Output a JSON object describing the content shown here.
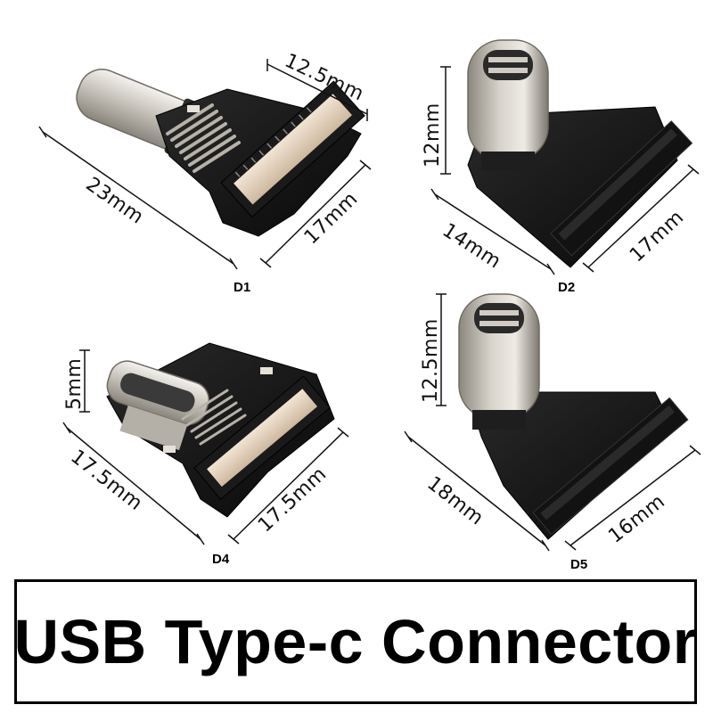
{
  "banner": {
    "title": "USB Type-c Connector"
  },
  "variants": [
    {
      "label": "D1",
      "dims": [
        "12.5mm",
        "23mm",
        "17mm"
      ]
    },
    {
      "label": "D2",
      "dims": [
        "12mm",
        "14mm",
        "17mm"
      ]
    },
    {
      "label": "D4",
      "dims": [
        "5mm",
        "17.5mm",
        "17.5mm"
      ]
    },
    {
      "label": "D5",
      "dims": [
        "12.5mm",
        "18mm",
        "16mm"
      ]
    }
  ],
  "colors": {
    "pcb": "#141414",
    "metal": "#c9c6c0",
    "latch": "#e8d6c2",
    "text": "#111111",
    "background": "#ffffff"
  }
}
